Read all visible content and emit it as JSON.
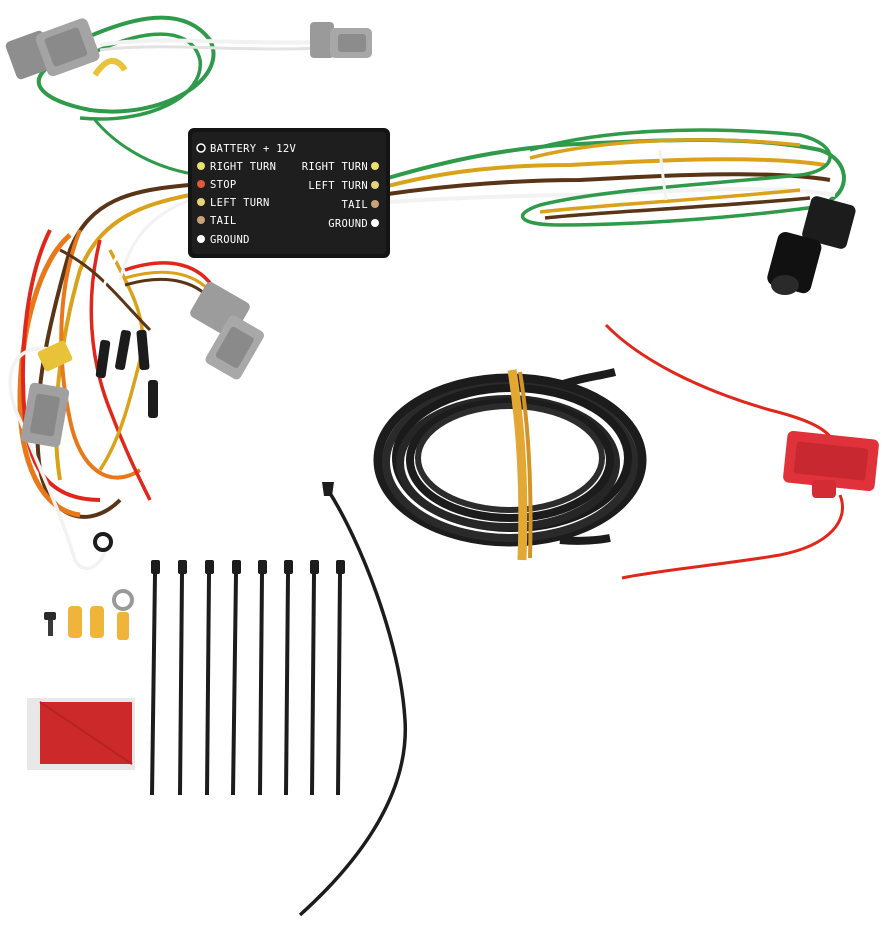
{
  "module": {
    "left_labels": [
      "BATTERY + 12V",
      "RIGHT TURN",
      "STOP",
      "LEFT TURN",
      "TAIL",
      "GROUND"
    ],
    "right_labels": [
      "RIGHT TURN",
      "LEFT TURN",
      "TAIL",
      "GROUND"
    ],
    "left_dot_colors": [
      "#ffffff",
      "#e8e070",
      "#e05a3a",
      "#e8d27a",
      "#c9a27a",
      "#ffffff"
    ],
    "right_dot_colors": [
      "#e8e070",
      "#e8d27a",
      "#c9a27a",
      "#ffffff"
    ]
  },
  "colors": {
    "module_body": "#141414",
    "connector_gray": "#9c9c9c",
    "wire_green": "#2f9a4a",
    "wire_yellow": "#d9a21a",
    "wire_brown": "#5a3416",
    "wire_white": "#f2f2f2",
    "wire_red": "#e0271b",
    "wire_orange": "#e8781a",
    "coil_black": "#1c1c1c",
    "fuse_red": "#e0323a",
    "rubber_band": "#e3a734",
    "butt_connector": "#f0b43a",
    "double_tape": "#cc2a2a"
  },
  "items": {
    "cable_ties_count": 8
  }
}
